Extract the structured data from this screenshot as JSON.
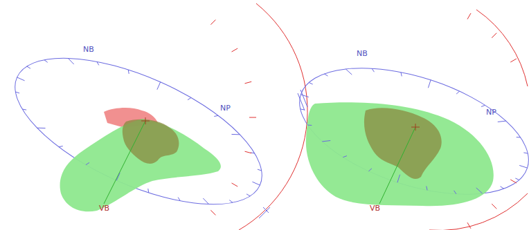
{
  "diagram": {
    "labels": [
      "NB",
      "NP",
      "VB",
      "NB",
      "NP",
      "VB"
    ]
  }
}
